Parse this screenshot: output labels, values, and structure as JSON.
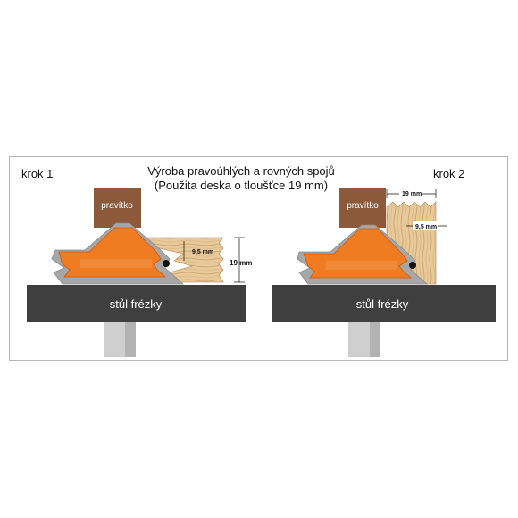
{
  "title": {
    "line1": "Výroba pravoúhlých a rovných spojů",
    "line2": "(Použita deska o tloušťce 19 mm)"
  },
  "step1": {
    "label": "krok 1",
    "ruler_label": "pravítko",
    "table_label": "stůl frézky",
    "dim_small": "9,5 mm",
    "dim_total": "19 mm"
  },
  "step2": {
    "label": "krok 2",
    "ruler_label": "pravítko",
    "table_label": "stůl frézky",
    "dim_width": "19 mm",
    "dim_small": "9,5 mm"
  },
  "colors": {
    "cutter": "#f07c22",
    "cutter_outline": "#c85a10",
    "gray_profile": "#9a9a9a",
    "table": "#3f3f3f",
    "ruler": "#8c5a3a",
    "wood": "#e8c99a",
    "wood_grain": "#c9a06a",
    "shaft": "#cfcfcf"
  }
}
